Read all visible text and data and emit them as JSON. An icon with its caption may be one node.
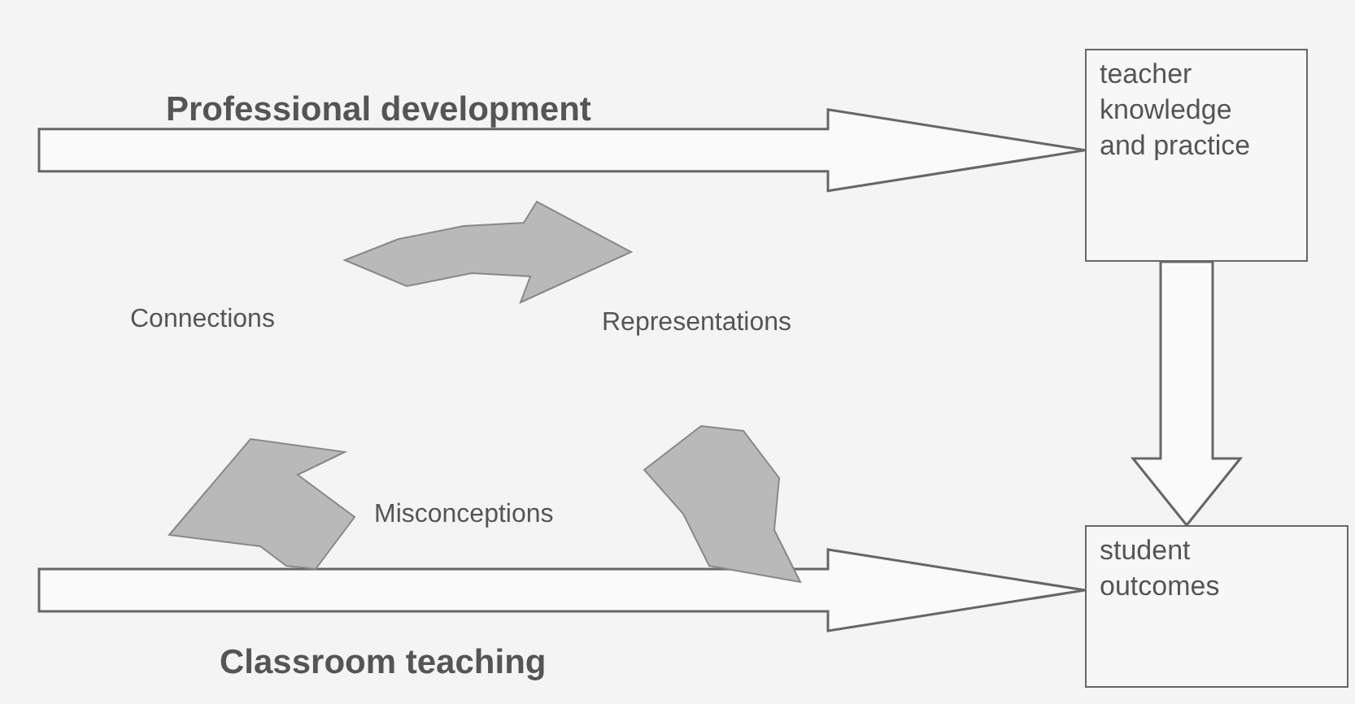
{
  "diagram": {
    "nodes": [
      {
        "text": [
          "teacher knowledge and practice"
        ]
      },
      {
        "text": [
          "student outcomes"
        ]
      }
    ],
    "edges": [
      {
        "from": null,
        "to": 0,
        "arrow": "to"
      },
      {
        "from": 0,
        "to": 1,
        "arrow": "to"
      },
      {
        "from": null,
        "to": 1,
        "arrow": "to"
      }
    ],
    "labels": [
      "Professional development",
      "Connections",
      "Representations",
      "Misconceptions",
      "Classroom teaching"
    ]
  }
}
